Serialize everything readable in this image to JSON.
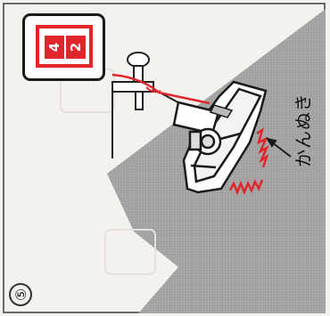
{
  "step_number": "⑤",
  "dial": {
    "value_a": "4",
    "value_b": "2"
  },
  "callout_label": "かんぬき",
  "colors": {
    "fabric": "#a9a9a9",
    "thread": "#e0262b",
    "outline": "#1a1a1a"
  }
}
